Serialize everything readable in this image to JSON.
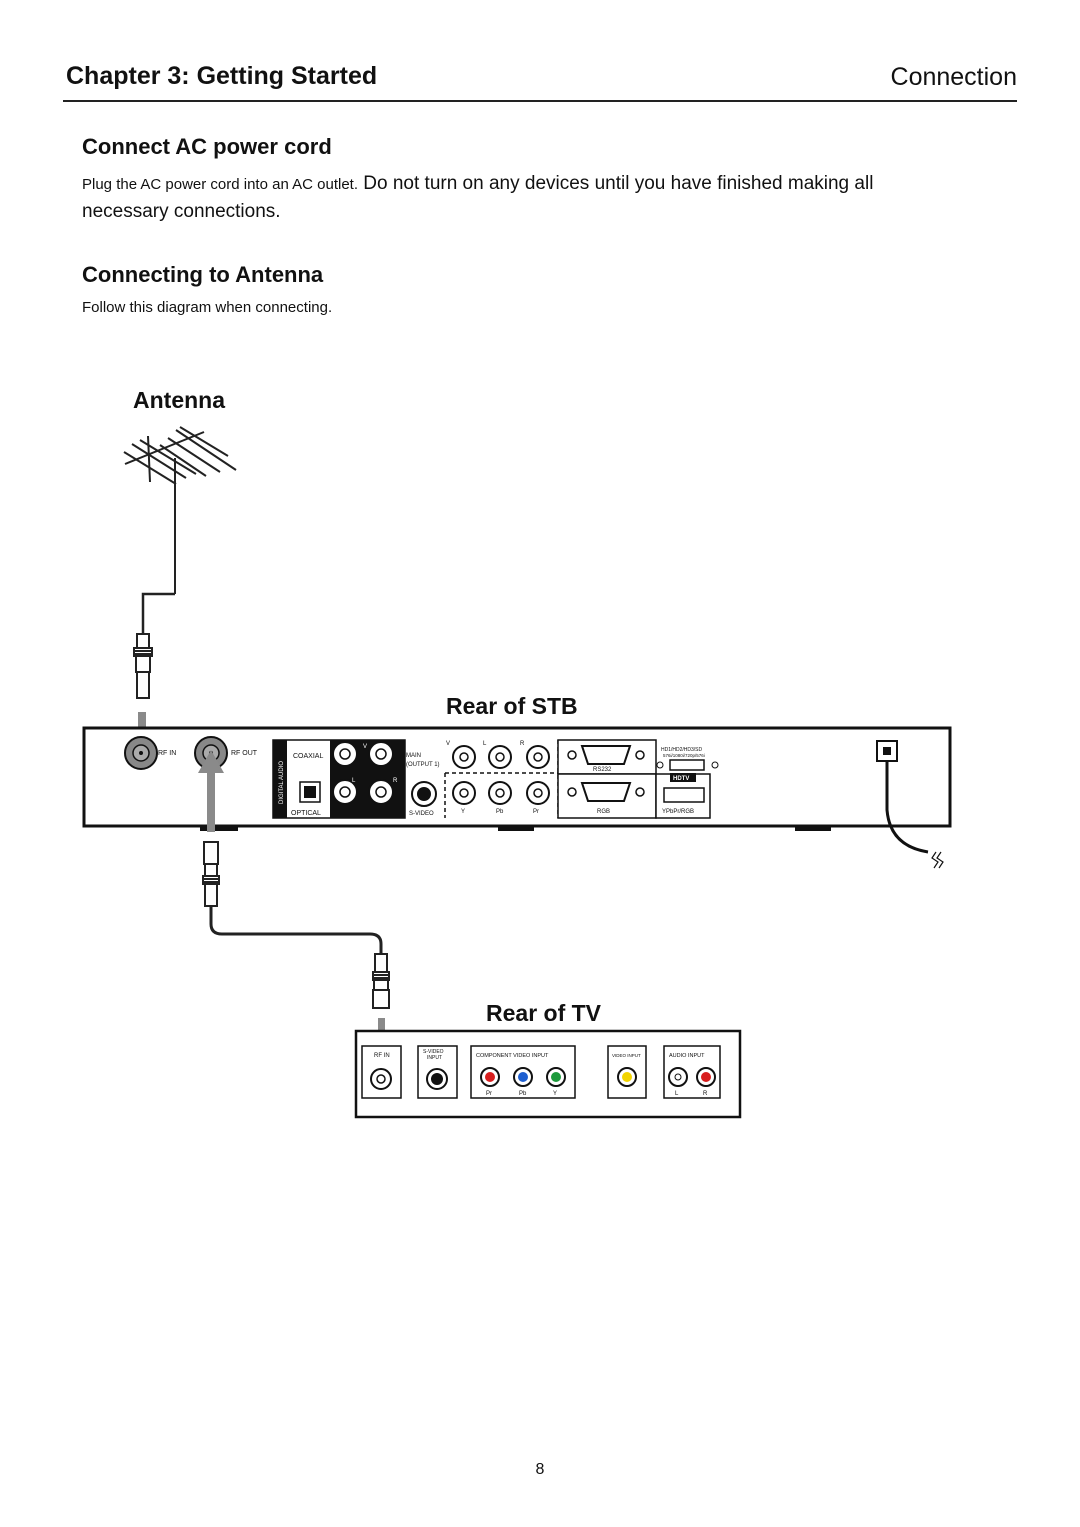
{
  "header": {
    "chapter_title": "Chapter 3: Getting Started",
    "section": "Connection"
  },
  "ac_power": {
    "heading": "Connect AC power cord",
    "text_lead": "Plug the AC power cord into an AC outlet.",
    "text_rest": " Do not turn on any devices until you have finished making all necessary connections."
  },
  "antenna_section": {
    "heading": "Connecting to Antenna",
    "caption": "Follow this diagram when connecting."
  },
  "diagram": {
    "antenna_label": "Antenna",
    "stb_label": "Rear of STB",
    "tv_label": "Rear of TV",
    "stb_ports": {
      "rf_in": "RF IN",
      "rf_out": "RF OUT",
      "coaxial": "COAXIAL",
      "digital_audio": "DIGITAL AUDIO",
      "optical": "OPTICAL",
      "v": "V",
      "l": "L",
      "r": "R",
      "main": "MAIN",
      "output1": "(OUTPUT 1)",
      "svideo": "S-VIDEO",
      "y": "Y",
      "pb": "Pb",
      "pr": "Pr",
      "rs232": "RS232",
      "rgb": "RGB",
      "hd_modes": "HD1/HD2/HD3/SD",
      "res_modes": "576i/1080i/720p/576i",
      "hdtv": "HDTV",
      "ypbpr_rgb": "YPbPr/RGB"
    },
    "tv_ports": {
      "rf_in": "RF IN",
      "svideo": "S-VIDEO",
      "svideo_input": "INPUT",
      "component": "COMPONENT VIDEO INPUT",
      "video_input": "VIDEO INPUT",
      "audio_input": "AUDIO INPUT",
      "pr": "Pr",
      "pb": "Pb",
      "y": "Y",
      "l": "L",
      "r": "R"
    },
    "colors": {
      "jack_red": "#d81e1e",
      "jack_blue": "#1e5fd0",
      "jack_green": "#1e9a3c",
      "jack_yellow": "#f2d400",
      "arrow_gray": "#8a8a8a"
    }
  },
  "page_number": "8"
}
